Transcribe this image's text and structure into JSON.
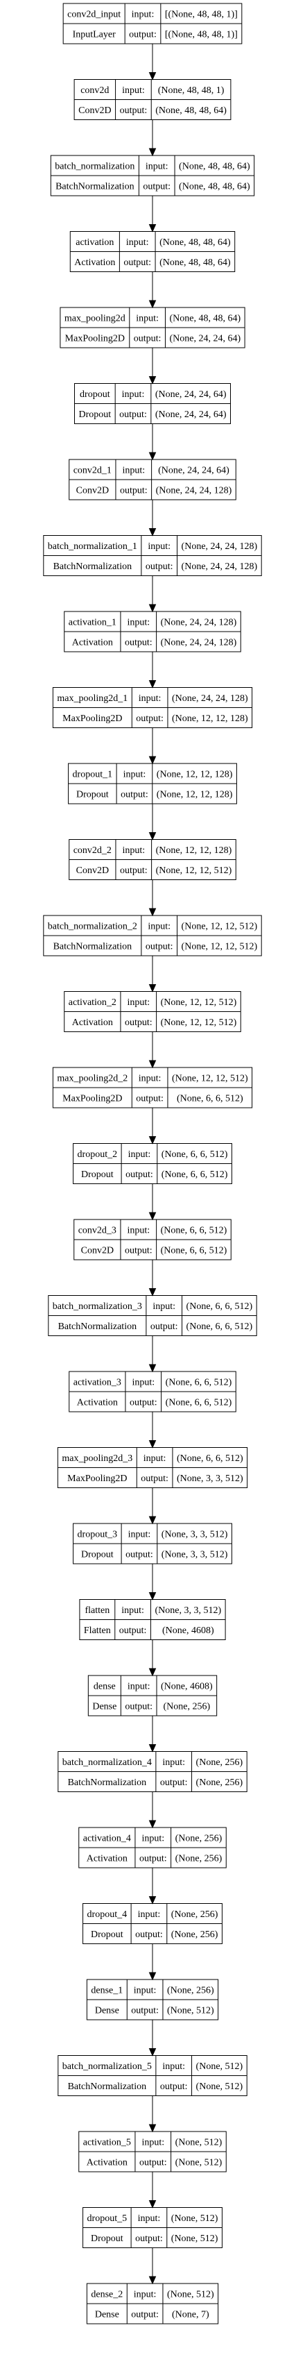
{
  "diagram": {
    "input_label": "input:",
    "output_label": "output:",
    "nodes": [
      {
        "name": "conv2d_input",
        "type": "InputLayer",
        "input": "[(None, 48, 48, 1)]",
        "output": "[(None, 48, 48, 1)]"
      },
      {
        "name": "conv2d",
        "type": "Conv2D",
        "input": "(None, 48, 48, 1)",
        "output": "(None, 48, 48, 64)"
      },
      {
        "name": "batch_normalization",
        "type": "BatchNormalization",
        "input": "(None, 48, 48, 64)",
        "output": "(None, 48, 48, 64)"
      },
      {
        "name": "activation",
        "type": "Activation",
        "input": "(None, 48, 48, 64)",
        "output": "(None, 48, 48, 64)"
      },
      {
        "name": "max_pooling2d",
        "type": "MaxPooling2D",
        "input": "(None, 48, 48, 64)",
        "output": "(None, 24, 24, 64)"
      },
      {
        "name": "dropout",
        "type": "Dropout",
        "input": "(None, 24, 24, 64)",
        "output": "(None, 24, 24, 64)"
      },
      {
        "name": "conv2d_1",
        "type": "Conv2D",
        "input": "(None, 24, 24, 64)",
        "output": "(None, 24, 24, 128)"
      },
      {
        "name": "batch_normalization_1",
        "type": "BatchNormalization",
        "input": "(None, 24, 24, 128)",
        "output": "(None, 24, 24, 128)"
      },
      {
        "name": "activation_1",
        "type": "Activation",
        "input": "(None, 24, 24, 128)",
        "output": "(None, 24, 24, 128)"
      },
      {
        "name": "max_pooling2d_1",
        "type": "MaxPooling2D",
        "input": "(None, 24, 24, 128)",
        "output": "(None, 12, 12, 128)"
      },
      {
        "name": "dropout_1",
        "type": "Dropout",
        "input": "(None, 12, 12, 128)",
        "output": "(None, 12, 12, 128)"
      },
      {
        "name": "conv2d_2",
        "type": "Conv2D",
        "input": "(None, 12, 12, 128)",
        "output": "(None, 12, 12, 512)"
      },
      {
        "name": "batch_normalization_2",
        "type": "BatchNormalization",
        "input": "(None, 12, 12, 512)",
        "output": "(None, 12, 12, 512)"
      },
      {
        "name": "activation_2",
        "type": "Activation",
        "input": "(None, 12, 12, 512)",
        "output": "(None, 12, 12, 512)"
      },
      {
        "name": "max_pooling2d_2",
        "type": "MaxPooling2D",
        "input": "(None, 12, 12, 512)",
        "output": "(None, 6, 6, 512)"
      },
      {
        "name": "dropout_2",
        "type": "Dropout",
        "input": "(None, 6, 6, 512)",
        "output": "(None, 6, 6, 512)"
      },
      {
        "name": "conv2d_3",
        "type": "Conv2D",
        "input": "(None, 6, 6, 512)",
        "output": "(None, 6, 6, 512)"
      },
      {
        "name": "batch_normalization_3",
        "type": "BatchNormalization",
        "input": "(None, 6, 6, 512)",
        "output": "(None, 6, 6, 512)"
      },
      {
        "name": "activation_3",
        "type": "Activation",
        "input": "(None, 6, 6, 512)",
        "output": "(None, 6, 6, 512)"
      },
      {
        "name": "max_pooling2d_3",
        "type": "MaxPooling2D",
        "input": "(None, 6, 6, 512)",
        "output": "(None, 3, 3, 512)"
      },
      {
        "name": "dropout_3",
        "type": "Dropout",
        "input": "(None, 3, 3, 512)",
        "output": "(None, 3, 3, 512)"
      },
      {
        "name": "flatten",
        "type": "Flatten",
        "input": "(None, 3, 3, 512)",
        "output": "(None, 4608)"
      },
      {
        "name": "dense",
        "type": "Dense",
        "input": "(None, 4608)",
        "output": "(None, 256)"
      },
      {
        "name": "batch_normalization_4",
        "type": "BatchNormalization",
        "input": "(None, 256)",
        "output": "(None, 256)"
      },
      {
        "name": "activation_4",
        "type": "Activation",
        "input": "(None, 256)",
        "output": "(None, 256)"
      },
      {
        "name": "dropout_4",
        "type": "Dropout",
        "input": "(None, 256)",
        "output": "(None, 256)"
      },
      {
        "name": "dense_1",
        "type": "Dense",
        "input": "(None, 256)",
        "output": "(None, 512)"
      },
      {
        "name": "batch_normalization_5",
        "type": "BatchNormalization",
        "input": "(None, 512)",
        "output": "(None, 512)"
      },
      {
        "name": "activation_5",
        "type": "Activation",
        "input": "(None, 512)",
        "output": "(None, 512)"
      },
      {
        "name": "dropout_5",
        "type": "Dropout",
        "input": "(None, 512)",
        "output": "(None, 512)"
      },
      {
        "name": "dense_2",
        "type": "Dense",
        "input": "(None, 512)",
        "output": "(None, 7)"
      }
    ]
  }
}
